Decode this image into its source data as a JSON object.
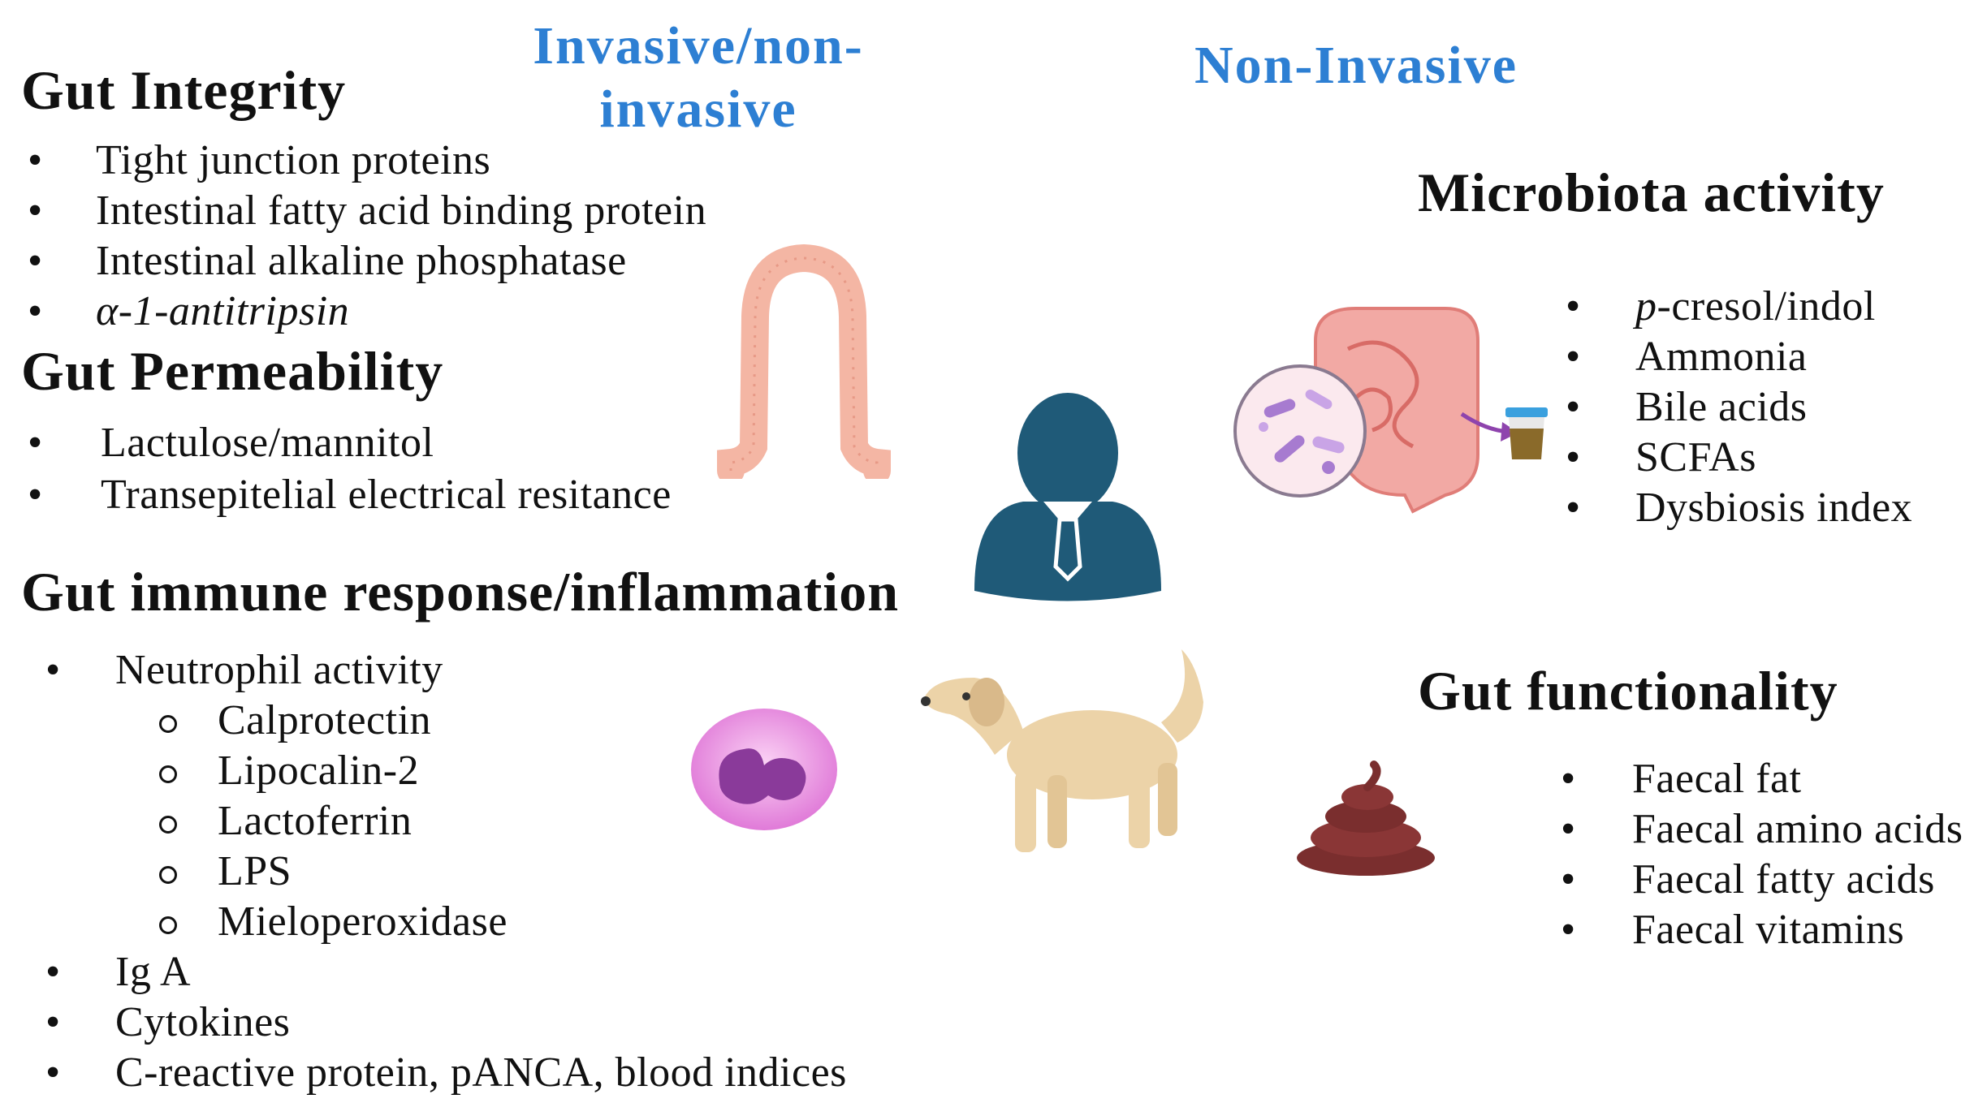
{
  "headers": {
    "invasive_non_invasive": "Invasive/non-invasive",
    "non_invasive": "Non-Invasive"
  },
  "gut_integrity": {
    "title": "Gut Integrity",
    "items": [
      "Tight junction proteins",
      "Intestinal fatty acid binding protein",
      "Intestinal alkaline phosphatase",
      "α-1-antitripsin"
    ]
  },
  "gut_permeability": {
    "title": "Gut Permeability",
    "items": [
      "Lactulose/mannitol",
      "Transepitelial electrical resitance"
    ]
  },
  "gut_immune": {
    "title": "Gut immune response/inflammation",
    "neutrophil": "Neutrophil activity",
    "sub_items": [
      "Calprotectin",
      "Lipocalin-2",
      "Lactoferrin",
      "LPS",
      "Mieloperoxidase"
    ],
    "items": [
      "Ig A",
      "Cytokines",
      "C-reactive protein, pANCA, blood indices"
    ]
  },
  "microbiota": {
    "title": "Microbiota activity",
    "pcresol_italic": "p",
    "pcresol_rest": "-cresol/indol",
    "items": [
      "Ammonia",
      "Bile acids",
      "SCFAs",
      "Dysbiosis index"
    ]
  },
  "gut_functionality": {
    "title": "Gut functionality",
    "items": [
      "Faecal fat",
      "Faecal amino acids",
      "Faecal fatty acids",
      "Faecal vitamins"
    ]
  },
  "bullet": "•",
  "icons": [
    "villus-icon",
    "person-icon",
    "dog-icon",
    "neutrophil-icon",
    "intestine-icon",
    "bacteria-icon",
    "sample-cup-icon",
    "feces-icon"
  ],
  "colors": {
    "header_blue": "#2d7fd3",
    "person": "#1f5a78",
    "villus": "#f4b6a4",
    "neutrophil": "#e88fe0"
  }
}
